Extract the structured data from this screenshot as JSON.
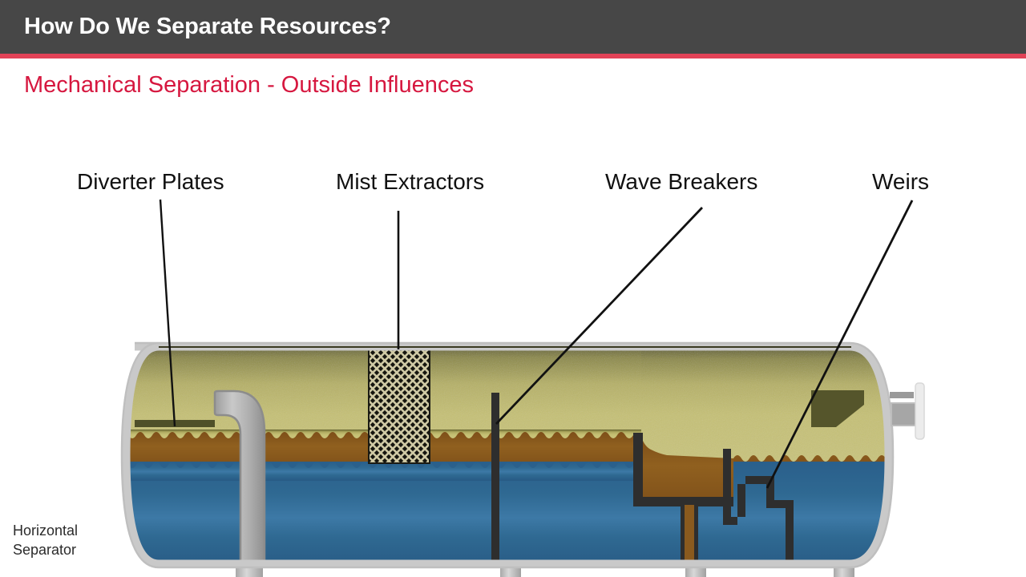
{
  "header": {
    "title": "How Do We Separate Resources?",
    "bar_color": "#474747",
    "accent_color": "#e24257",
    "title_color": "#ffffff"
  },
  "subtitle": {
    "text": "Mechanical Separation - Outside Influences",
    "color": "#d6173f"
  },
  "callouts": [
    {
      "id": "diverter-plates",
      "label": "Diverter Plates"
    },
    {
      "id": "mist-extractors",
      "label": "Mist Extractors"
    },
    {
      "id": "wave-breakers",
      "label": "Wave Breakers"
    },
    {
      "id": "weirs",
      "label": "Weirs"
    }
  ],
  "caption": {
    "line1": "Horizontal",
    "line2": "Separator"
  },
  "diagram": {
    "name": "horizontal-separator-vessel",
    "colors": {
      "gas": "#bfba6a",
      "gas_dark": "#6f6c33",
      "oil": "#8a5a1e",
      "water": "#2c6490",
      "water_light": "#3a78a8",
      "shell": "#d0d0d0",
      "shell_edge": "#b4b4b4",
      "internals": "#2e2e2e",
      "baffle": "#55552b",
      "pipe": "#b0b0b0",
      "leader_line": "#111111"
    },
    "internals": [
      {
        "name": "diverter-plate",
        "type": "horizontal-plate"
      },
      {
        "name": "inlet-pipe",
        "type": "curved-pipe"
      },
      {
        "name": "mist-extractor",
        "type": "mesh-panel"
      },
      {
        "name": "wave-breaker",
        "type": "vertical-baffle"
      },
      {
        "name": "oil-weir",
        "type": "weir-box"
      },
      {
        "name": "water-weir",
        "type": "weir-box"
      },
      {
        "name": "gas-outlet-nozzle",
        "type": "flanged-nozzle"
      },
      {
        "name": "inlet-deflector",
        "type": "angled-baffle"
      }
    ],
    "fluid_levels": {
      "gas_top": "vessel top",
      "gas_oil_interface": "upper wavy line",
      "oil_water_interface": "lower wavy line"
    }
  }
}
